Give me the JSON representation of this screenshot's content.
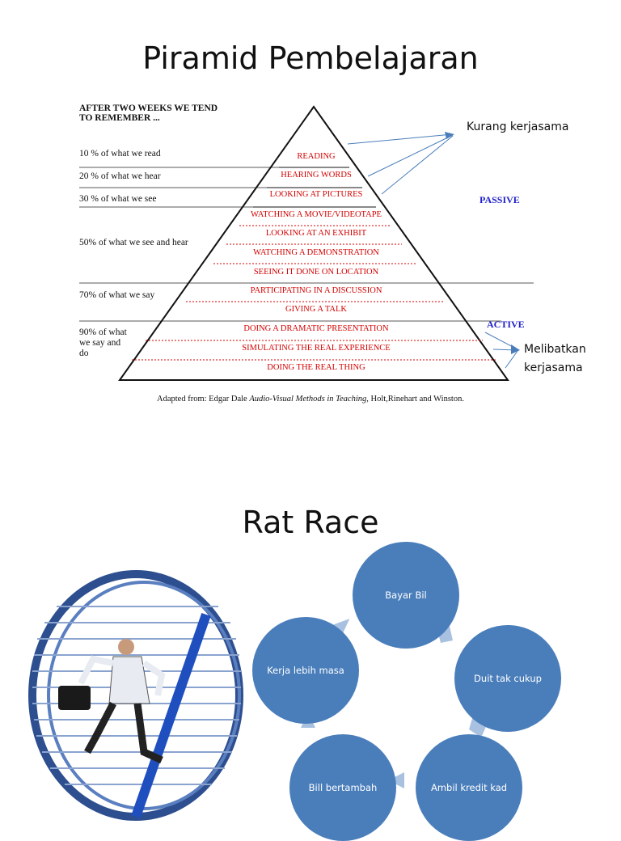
{
  "slide1": {
    "title": "Piramid Pembelajaran",
    "left_header": "AFTER TWO WEEKS WE TEND TO REMEMBER ...",
    "retention": [
      {
        "label": "10 % of what we read"
      },
      {
        "label": "20 % of what we hear"
      },
      {
        "label": "30 % of what we see"
      },
      {
        "label": "50% of what we see and hear"
      },
      {
        "label": "70% of what we say"
      },
      {
        "label": "90% of what we say and do"
      }
    ],
    "bands": [
      "READING",
      "HEARING WORDS",
      "LOOKING AT PICTURES",
      "WATCHING A MOVIE/VIDEOTAPE",
      "LOOKING AT AN EXHIBIT",
      "WATCHING A DEMONSTRATION",
      "SEEING IT DONE ON LOCATION",
      "PARTICIPATING IN A DISCUSSION",
      "GIVING A TALK",
      "DOING A DRAMATIC PRESENTATION",
      "SIMULATING THE REAL EXPERIENCE",
      "DOING THE REAL THING"
    ],
    "passive_label": "PASSIVE",
    "active_label": "ACTIVE",
    "kurang_note": "Kurang kerjasama",
    "melibatkan_note_1": "Melibatkan",
    "melibatkan_note_2": "kerjasama",
    "credit_prefix": "Adapted from: Edgar Dale ",
    "credit_title": "Audio-Visual Methods in Teaching",
    "credit_suffix": ", Holt,Rinehart and Winston.",
    "band_text_color": "#d40000",
    "arrow_color": "#4a7ebb"
  },
  "slide2": {
    "title": "Rat Race",
    "cycle": [
      "Bayar Bil",
      "Duit tak cukup",
      "Ambil kredit kad",
      "Bill bertambah",
      "Kerja lebih masa"
    ],
    "node_color": "#4a7ebb",
    "arrow_color": "#a9c1e0",
    "illustration": "man-running-in-hamster-wheel"
  }
}
